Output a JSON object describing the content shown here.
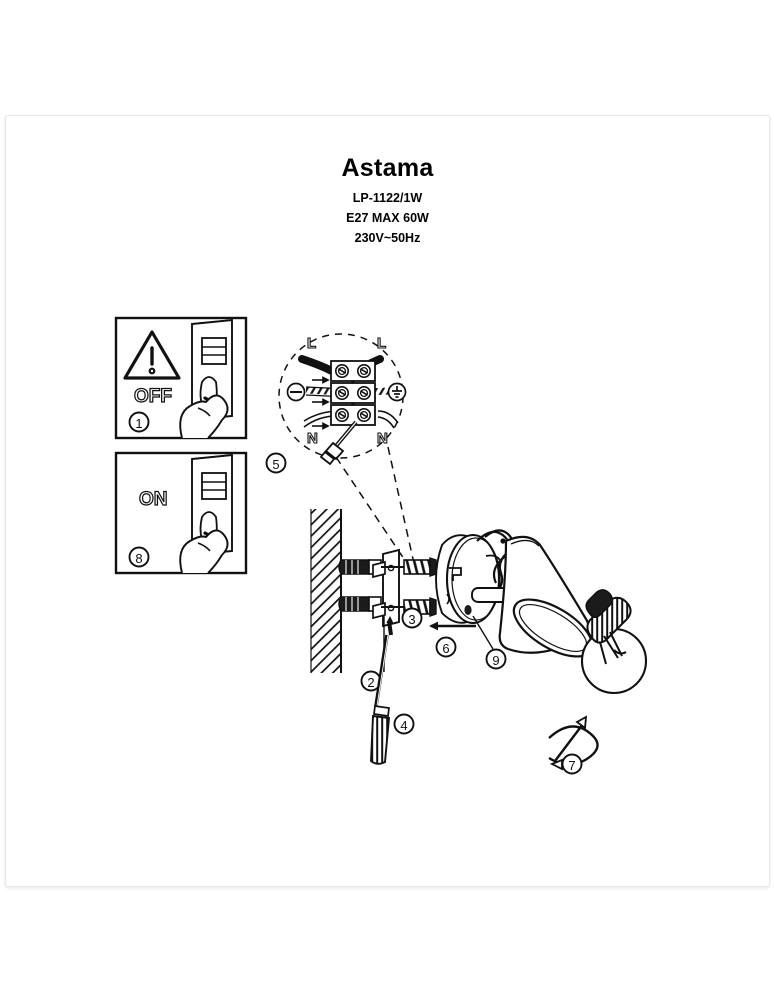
{
  "sheet": {
    "header": {
      "title": "Astama",
      "model": "LP-1122/1W",
      "lamp_spec": "E27 MAX 60W",
      "voltage_spec": "230V~50Hz"
    },
    "panels": [
      {
        "id": "panel-off",
        "label": "OFF",
        "step": "1",
        "warning_icon": "warning-triangle-icon",
        "subject_icon": "hand-pressing-switch-icon"
      },
      {
        "id": "panel-on",
        "label": "ON",
        "step": "8",
        "warning_icon": "",
        "subject_icon": "hand-pressing-switch-icon"
      }
    ],
    "detail_circle": {
      "step": "5",
      "terminal_labels": {
        "live_left": "L",
        "live_right": "L",
        "neutral_left": "N",
        "neutral_right": "N"
      },
      "symbols": {
        "left": "minus-circle-icon",
        "right": "earth-ground-icon",
        "tool": "screwdriver-icon"
      },
      "terminal_rows": 3,
      "screws_per_row": 2
    },
    "callouts": [
      {
        "number": "2",
        "target": "wall-anchor-hole"
      },
      {
        "number": "3",
        "target": "mounting-screws"
      },
      {
        "number": "4",
        "target": "screwdriver"
      },
      {
        "number": "6",
        "target": "canopy-push-direction"
      },
      {
        "number": "7",
        "target": "bulb-rotation"
      },
      {
        "number": "9",
        "target": "canopy-base-plate"
      }
    ],
    "assembly": {
      "wall_icon": "hatched-wall-icon",
      "anchors_icon": "wall-plug-anchor-icon",
      "bracket_icon": "mounting-bracket-icon",
      "screw_icon": "screw-icon",
      "canopy_icon": "round-canopy-icon",
      "shade_icon": "cone-lamp-shade-icon",
      "bulb_icon": "light-bulb-icon",
      "rotation_icon": "rotate-arrow-icon",
      "direction_icon": "left-arrow-icon"
    }
  }
}
